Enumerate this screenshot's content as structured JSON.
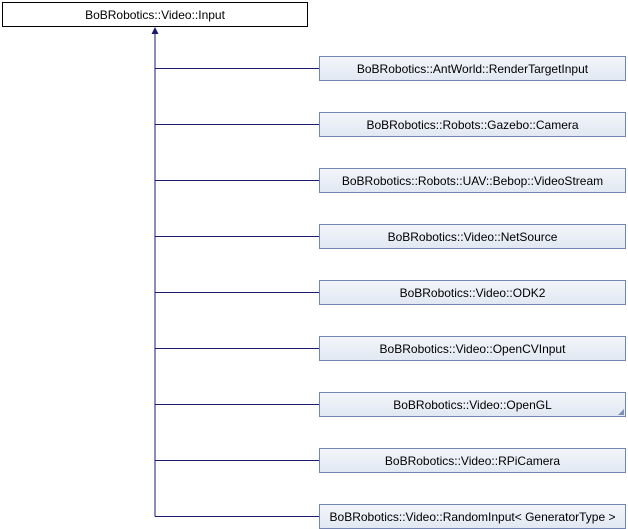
{
  "base_class": {
    "label": "BoBRobotics::Video::Input"
  },
  "derived_classes": [
    {
      "label": "BoBRobotics::AntWorld::RenderTargetInput",
      "has_more": false
    },
    {
      "label": "BoBRobotics::Robots::Gazebo::Camera",
      "has_more": false
    },
    {
      "label": "BoBRobotics::Robots::UAV::Bebop::VideoStream",
      "has_more": false
    },
    {
      "label": "BoBRobotics::Video::NetSource",
      "has_more": false
    },
    {
      "label": "BoBRobotics::Video::ODK2",
      "has_more": false
    },
    {
      "label": "BoBRobotics::Video::OpenCVInput",
      "has_more": false
    },
    {
      "label": "BoBRobotics::Video::OpenGL",
      "has_more": true
    },
    {
      "label": "BoBRobotics::Video::RPiCamera",
      "has_more": false
    },
    {
      "label": "BoBRobotics::Video::RandomInput< GeneratorType >",
      "has_more": false
    }
  ],
  "colors": {
    "edge": "#191970",
    "node_border": "#7485b3",
    "base_border": "#000000"
  }
}
